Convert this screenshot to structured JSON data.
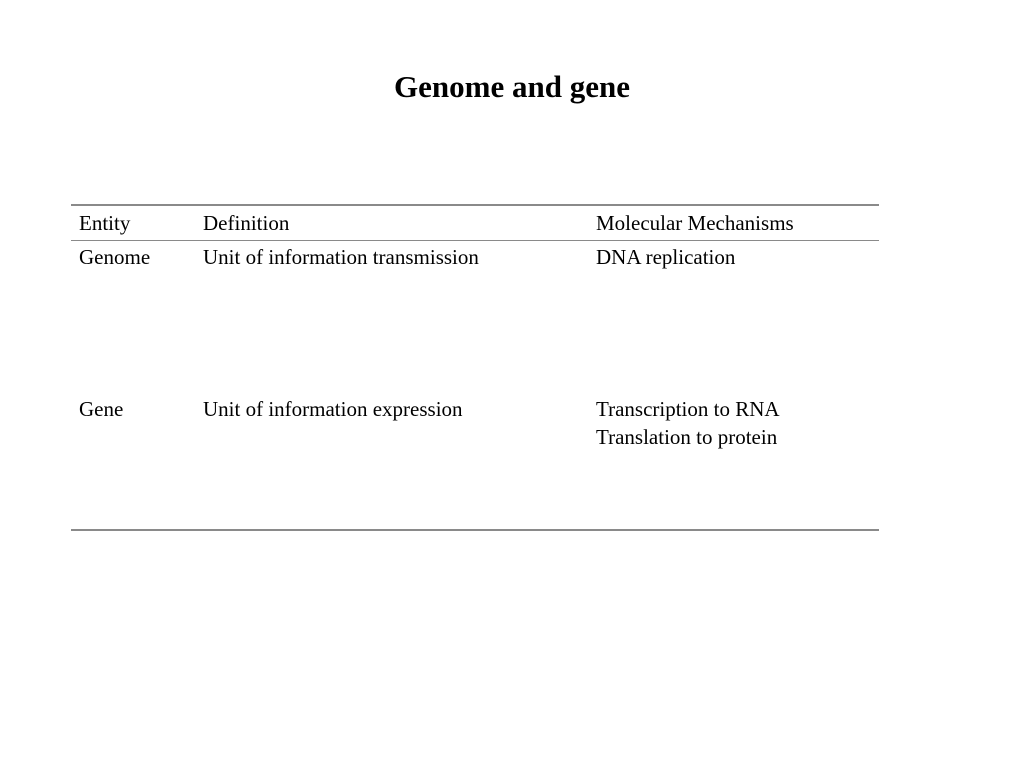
{
  "slide": {
    "title": "Genome and gene"
  },
  "table": {
    "headers": [
      "Entity",
      "Definition",
      "Molecular Mechanisms"
    ],
    "rows": [
      {
        "entity": "Genome",
        "definition": "Unit of information transmission",
        "mechanisms": [
          "DNA replication"
        ]
      },
      {
        "entity": "Gene",
        "definition": "Unit of information expression",
        "mechanisms": [
          "Transcription to RNA",
          "Translation to protein"
        ]
      }
    ]
  }
}
